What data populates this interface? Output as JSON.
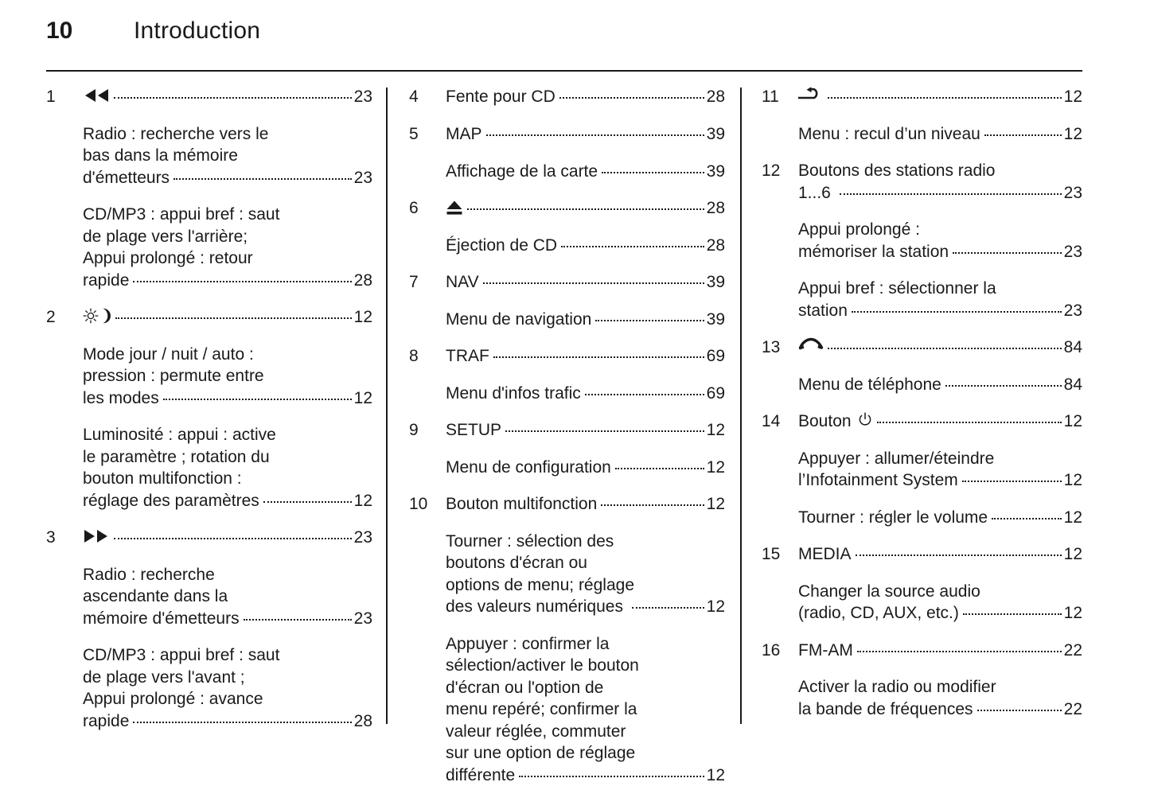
{
  "header": {
    "page_number": "10",
    "title": "Introduction"
  },
  "columns": [
    {
      "id": "column-1",
      "entries": [
        {
          "num": "1",
          "icon": "rewind-icon",
          "label": "",
          "page": "23",
          "details": [
            {
              "lines": [
                "Radio : recherche vers le",
                "bas dans la mémoire"
              ],
              "last_line": "d'émetteurs",
              "page": "23"
            },
            {
              "lines": [
                "CD/MP3 : appui bref : saut",
                "de plage vers l'arrière;",
                "Appui prolongé : retour"
              ],
              "last_line": "rapide",
              "page": "28"
            }
          ]
        },
        {
          "num": "2",
          "icon": "day-night-icon",
          "label": "",
          "page": "12",
          "details": [
            {
              "lines": [
                "Mode jour / nuit / auto :",
                "pression : permute entre"
              ],
              "last_line": "les modes",
              "page": "12"
            },
            {
              "lines": [
                "Luminosité : appui : active",
                "le paramètre ; rotation du",
                "bouton multifonction :"
              ],
              "last_line": "réglage des paramètres",
              "page": "12"
            }
          ]
        },
        {
          "num": "3",
          "icon": "fast-forward-icon",
          "label": "",
          "page": "23",
          "details": [
            {
              "lines": [
                "Radio : recherche",
                "ascendante dans la"
              ],
              "last_line": "mémoire d'émetteurs",
              "page": "23"
            },
            {
              "lines": [
                "CD/MP3 : appui bref : saut",
                "de plage vers l'avant ;",
                "Appui prolongé : avance"
              ],
              "last_line": "rapide",
              "page": "28"
            }
          ]
        }
      ]
    },
    {
      "id": "column-2",
      "entries": [
        {
          "num": "4",
          "icon": "",
          "label": "Fente pour CD",
          "page": "28",
          "details": []
        },
        {
          "num": "5",
          "icon": "",
          "label": "MAP",
          "page": "39",
          "details": [
            {
              "lines": [],
              "last_line": "Affichage de la carte",
              "page": "39"
            }
          ]
        },
        {
          "num": "6",
          "icon": "eject-icon",
          "label": "",
          "page": "28",
          "details": [
            {
              "lines": [],
              "last_line": "Éjection de CD",
              "page": "28"
            }
          ]
        },
        {
          "num": "7",
          "icon": "",
          "label": "NAV",
          "page": "39",
          "details": [
            {
              "lines": [],
              "last_line": "Menu de navigation",
              "page": "39"
            }
          ]
        },
        {
          "num": "8",
          "icon": "",
          "label": "TRAF",
          "page": "69",
          "details": [
            {
              "lines": [],
              "last_line": "Menu d'infos trafic",
              "page": "69"
            }
          ]
        },
        {
          "num": "9",
          "icon": "",
          "label": "SETUP",
          "page": "12",
          "details": [
            {
              "lines": [],
              "last_line": "Menu de configuration",
              "page": "12"
            }
          ]
        },
        {
          "num": "10",
          "icon": "",
          "label": "Bouton multifonction",
          "page": "12",
          "details": [
            {
              "lines": [
                "Tourner : sélection des",
                "boutons d'écran ou",
                "options de menu; réglage"
              ],
              "last_line": "des valeurs numériques ",
              "page": "12"
            },
            {
              "lines": [
                "Appuyer : confirmer la",
                "sélection/activer le bouton",
                "d'écran ou l'option de",
                "menu repéré; confirmer la",
                "valeur réglée, commuter",
                "sur une option de réglage"
              ],
              "last_line": "différente",
              "page": "12"
            }
          ]
        }
      ]
    },
    {
      "id": "column-3",
      "entries": [
        {
          "num": "11",
          "icon": "back-arrow-icon",
          "label": "",
          "page": "12",
          "details": [
            {
              "lines": [],
              "last_line": "Menu : recul d’un niveau",
              "page": "12"
            }
          ]
        },
        {
          "num": "12",
          "icon": "",
          "label": "Boutons des stations radio",
          "label_line2": "1...6 ",
          "page": "23",
          "details": [
            {
              "lines": [
                "Appui prolongé :"
              ],
              "last_line": "mémoriser la station",
              "page": "23"
            },
            {
              "lines": [
                "Appui bref : sélectionner la"
              ],
              "last_line": "station",
              "page": "23"
            }
          ]
        },
        {
          "num": "13",
          "icon": "phone-icon",
          "label": "",
          "page": "84",
          "details": [
            {
              "lines": [],
              "last_line": "Menu de téléphone",
              "page": "84"
            }
          ]
        },
        {
          "num": "14",
          "icon": "power-icon",
          "label": "Bouton ",
          "page": "12",
          "details": [
            {
              "lines": [
                "Appuyer : allumer/éteindre"
              ],
              "last_line": "l’Infotainment System",
              "page": "12"
            },
            {
              "lines": [],
              "last_line": "Tourner : régler le volume",
              "page": "12"
            }
          ]
        },
        {
          "num": "15",
          "icon": "",
          "label": "MEDIA",
          "page": "12",
          "details": [
            {
              "lines": [
                "Changer la source audio"
              ],
              "last_line": "(radio, CD, AUX, etc.)",
              "page": "12"
            }
          ]
        },
        {
          "num": "16",
          "icon": "",
          "label": "FM-AM",
          "page": "22",
          "details": [
            {
              "lines": [
                "Activer la radio ou modifier"
              ],
              "last_line": "la bande de fréquences",
              "page": "22"
            }
          ]
        }
      ]
    }
  ]
}
